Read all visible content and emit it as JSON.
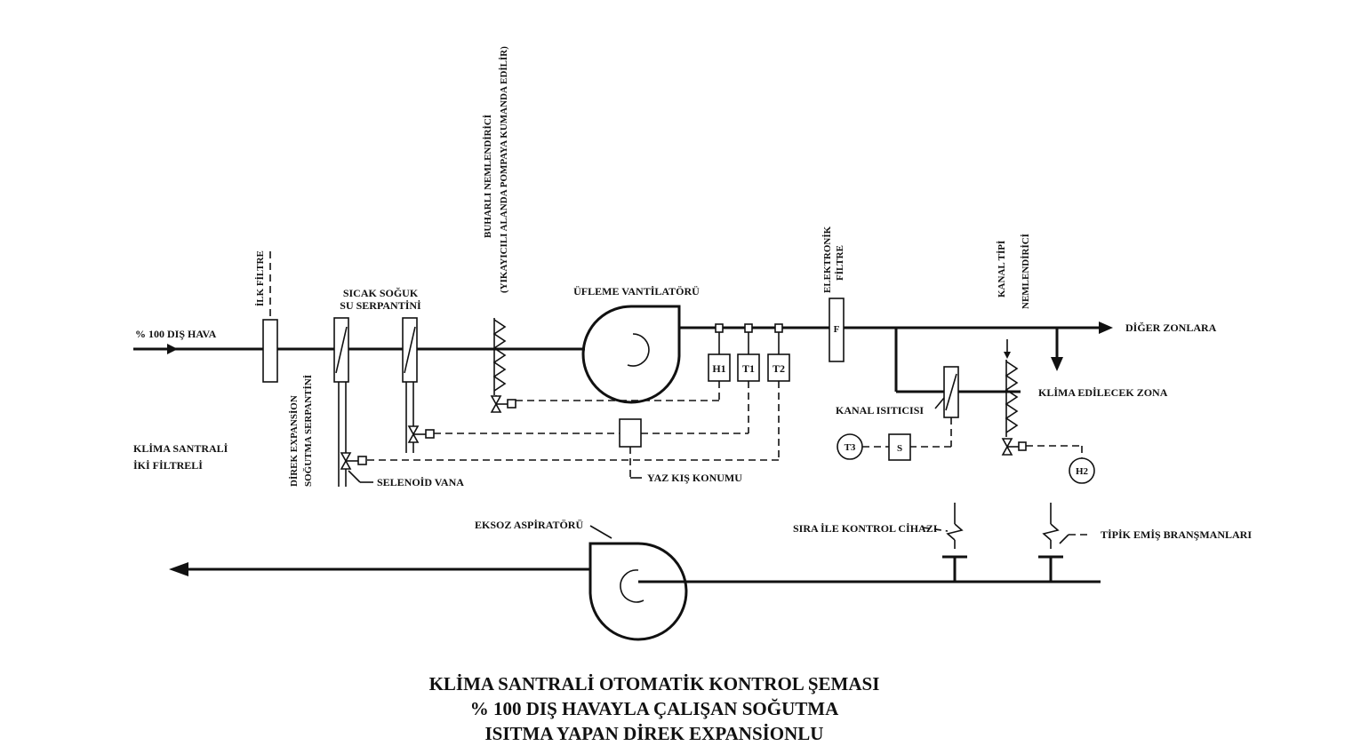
{
  "title_lines": [
    "KLİMA SANTRALİ OTOMATİK KONTROL ŞEMASI",
    "% 100 DIŞ HAVAYLA ÇALIŞAN SOĞUTMA",
    "ISITMA YAPAN DİREK EXPANSİONLU"
  ],
  "labels": {
    "outside_air": "% 100 DIŞ HAVA",
    "pre_filter": "İLK FİLTRE",
    "hot_cold_coil_1": "SICAK SOĞUK",
    "hot_cold_coil_2": "SU SERPANTİNİ",
    "dx_coil_1": "DİREK EXPANSİON",
    "dx_coil_2": "SOĞUTMA SERPANTİNİ",
    "steam_humidifier_1": "BUHARLI NEMLENDİRİCİ",
    "steam_humidifier_2": "(YIKAYICILI ALANDA POMPAYA KUMANDA EDİLİR)",
    "supply_fan": "ÜFLEME VANTİLATÖRÜ",
    "electronic_filter_1": "ELEKTRONİK",
    "electronic_filter_2": "FİLTRE",
    "filter_letter": "F",
    "duct_humidifier_1": "KANAL TİPİ",
    "duct_humidifier_2": "NEMLENDİRİCİ",
    "other_zones": "DİĞER ZONLARA",
    "zone_to_condition": "KLİMA EDİLECEK ZONA",
    "duct_heater": "KANAL ISITICISI",
    "plant_1": "KLİMA SANTRALİ",
    "plant_2": "İKİ FİLTRELİ",
    "solenoid_valve": "SELENOİD VANA",
    "summer_winter": "YAZ KIŞ KONUMU",
    "exhaust_fan": "EKSOZ ASPİRATÖRÜ",
    "sequence_controller": "SIRA İLE KONTROL CİHAZI",
    "typical_branches": "TİPİK EMİŞ BRANŞMANLARI"
  },
  "controllers": {
    "h1": "H1",
    "t1": "T1",
    "t2": "T2",
    "t3": "T3",
    "s": "S",
    "h2": "H2"
  }
}
